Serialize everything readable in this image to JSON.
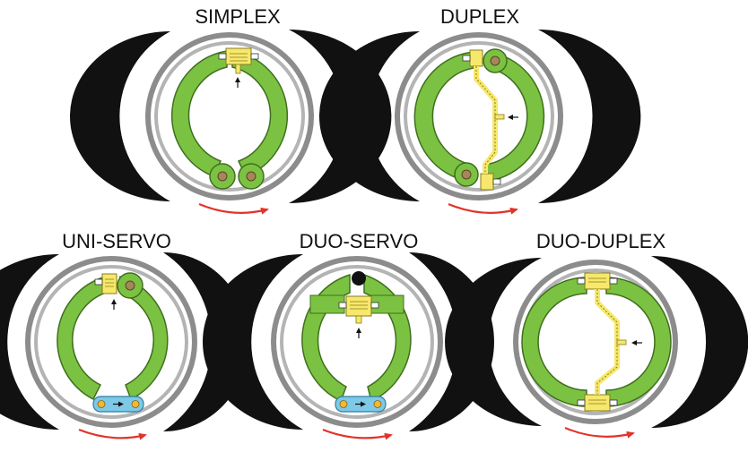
{
  "colors": {
    "drum": "#111111",
    "ring_outer": "#8c8c8c",
    "ring_inner": "#b4b4b4",
    "shoe": "#7cc242",
    "shoe_edge": "#3f6f1e",
    "cylinder": "#f6e86a",
    "cylinder_edge": "#8a7a20",
    "pivot": "#a5875a",
    "adjuster": "#7ec8e8",
    "adjuster_dot": "#f2b830",
    "rotation_arrow": "#e0342a"
  },
  "diagrams": [
    {
      "id": "simplex",
      "title": "SIMPLEX",
      "icon": "simplex-brake-icon"
    },
    {
      "id": "duplex",
      "title": "DUPLEX",
      "icon": "duplex-brake-icon"
    },
    {
      "id": "uni-servo",
      "title": "UNI-SERVO",
      "icon": "uni-servo-brake-icon"
    },
    {
      "id": "duo-servo",
      "title": "DUO-SERVO",
      "icon": "duo-servo-brake-icon"
    },
    {
      "id": "duo-duplex",
      "title": "DUO-DUPLEX",
      "icon": "duo-duplex-brake-icon"
    }
  ]
}
